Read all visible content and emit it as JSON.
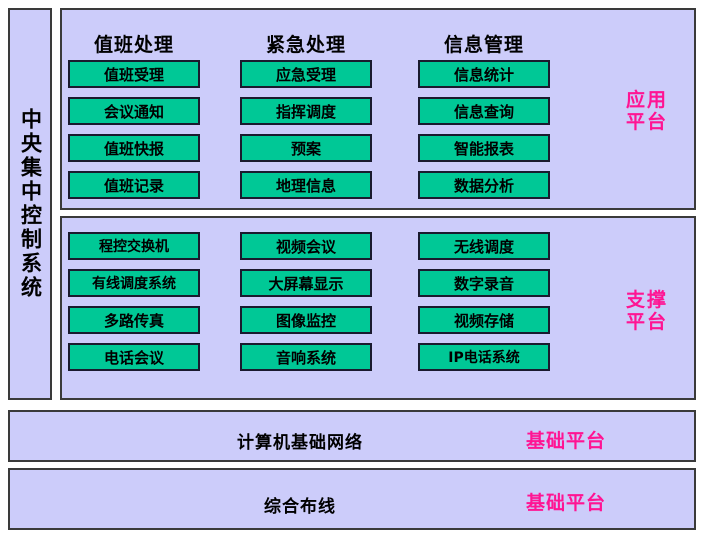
{
  "sidebar": {
    "label": "中央集中控制系统"
  },
  "panels": [
    {
      "id": "application",
      "platform_label_line1": "应用",
      "platform_label_line2": "平台",
      "platform_color": "#ff1493",
      "columns": [
        {
          "header": "值班处理",
          "tiles": [
            "值班受理",
            "会议通知",
            "值班快报",
            "值班记录"
          ]
        },
        {
          "header": "紧急处理",
          "tiles": [
            "应急受理",
            "指挥调度",
            "预案",
            "地理信息"
          ]
        },
        {
          "header": "信息管理",
          "tiles": [
            "信息统计",
            "信息查询",
            "智能报表",
            "数据分析"
          ]
        }
      ]
    },
    {
      "id": "support",
      "platform_label_line1": "支撑",
      "platform_label_line2": "平台",
      "platform_color": "#ff1493",
      "columns": [
        {
          "header": "",
          "tiles": [
            "程控交换机",
            "有线调度系统",
            "多路传真",
            "电话会议"
          ]
        },
        {
          "header": "",
          "tiles": [
            "视频会议",
            "大屏幕显示",
            "图像监控",
            "音响系统"
          ]
        },
        {
          "header": "",
          "tiles": [
            "无线调度",
            "数字录音",
            "视频存储",
            "IP电话系统"
          ]
        }
      ]
    }
  ],
  "bars": [
    {
      "id": "network",
      "title": "计算机基础网络",
      "platform_label": "基础平台"
    },
    {
      "id": "cabling",
      "title": "综合布线",
      "platform_label": "基础平台"
    }
  ],
  "colors": {
    "tile_green": "#00c896",
    "panel_lavender": "#ccccfa",
    "border_dark": "#3a3a3a",
    "platform_pink": "#ff1493",
    "page_background": "#ffffff"
  }
}
